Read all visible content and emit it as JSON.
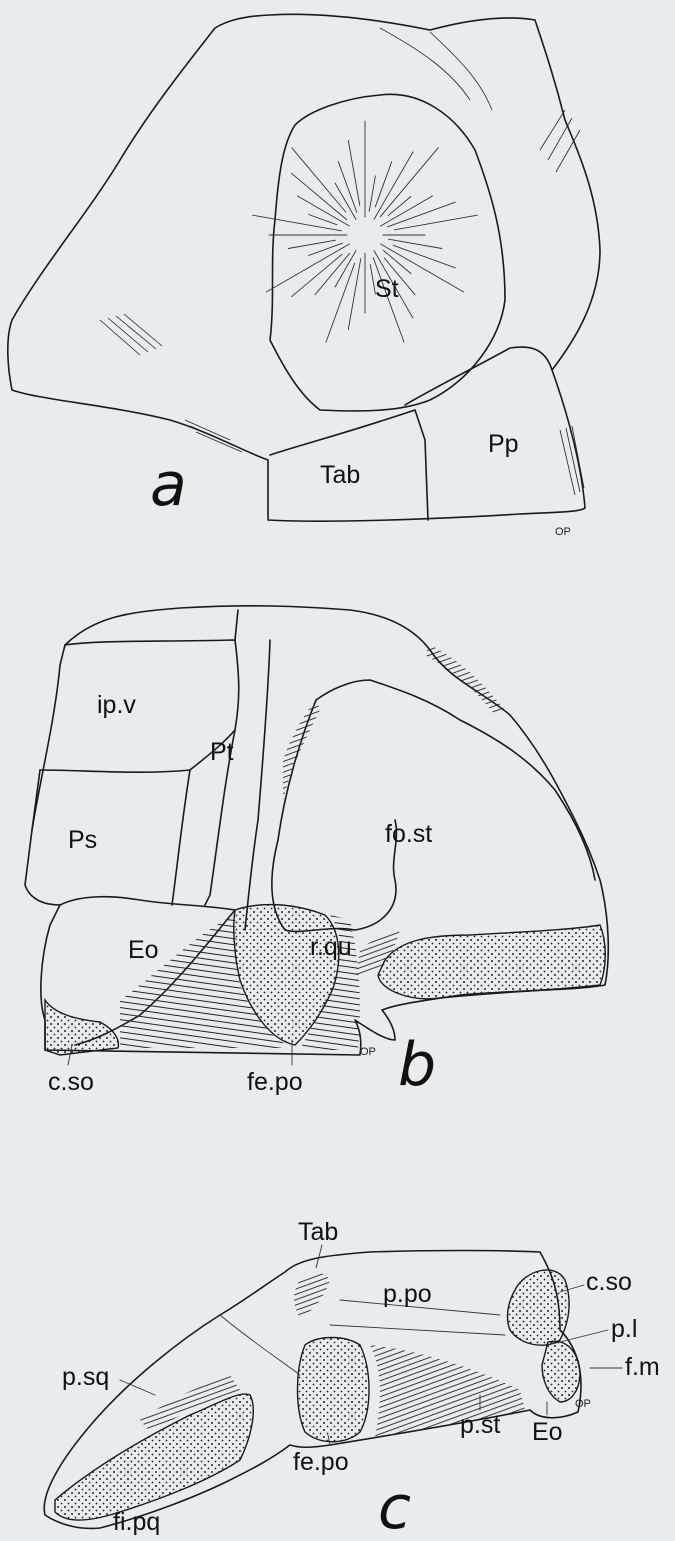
{
  "panels": {
    "a": {
      "letter": "a",
      "labels": {
        "st": "St",
        "pp": "Pp",
        "tab": "Tab"
      },
      "initials": "OP"
    },
    "b": {
      "letter": "b",
      "labels": {
        "ipv": "ip.v",
        "pt": "Pt",
        "ps": "Ps",
        "fost": "fo.st",
        "eo": "Eo",
        "rqu": "r.qu",
        "cso": "c.so",
        "fepo": "fe.po"
      },
      "initials": "OP"
    },
    "c": {
      "letter": "c",
      "labels": {
        "tab": "Tab",
        "ppo": "p.po",
        "cso": "c.so",
        "pl": "p.l",
        "fm": "f.m",
        "psq": "p.sq",
        "fepo": "fe.po",
        "pst": "p.st",
        "eo": "Eo",
        "fipq": "fi.pq"
      },
      "initials": "OP"
    }
  }
}
